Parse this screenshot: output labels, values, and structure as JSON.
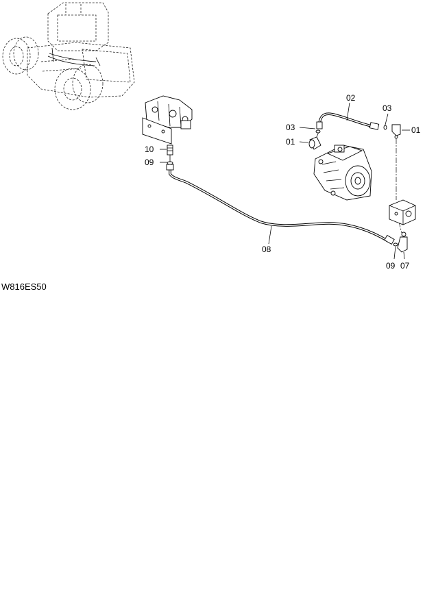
{
  "diagram": {
    "drawing_code": "W816ES50",
    "callouts": [
      {
        "id": "c-02",
        "text": "02"
      },
      {
        "id": "c-03a",
        "text": "03"
      },
      {
        "id": "c-03b",
        "text": "03"
      },
      {
        "id": "c-01a",
        "text": "01"
      },
      {
        "id": "c-01b",
        "text": "01"
      },
      {
        "id": "c-10",
        "text": "10"
      },
      {
        "id": "c-09a",
        "text": "09"
      },
      {
        "id": "c-08",
        "text": "08"
      },
      {
        "id": "c-09b",
        "text": "09"
      },
      {
        "id": "c-07",
        "text": "07"
      }
    ]
  }
}
